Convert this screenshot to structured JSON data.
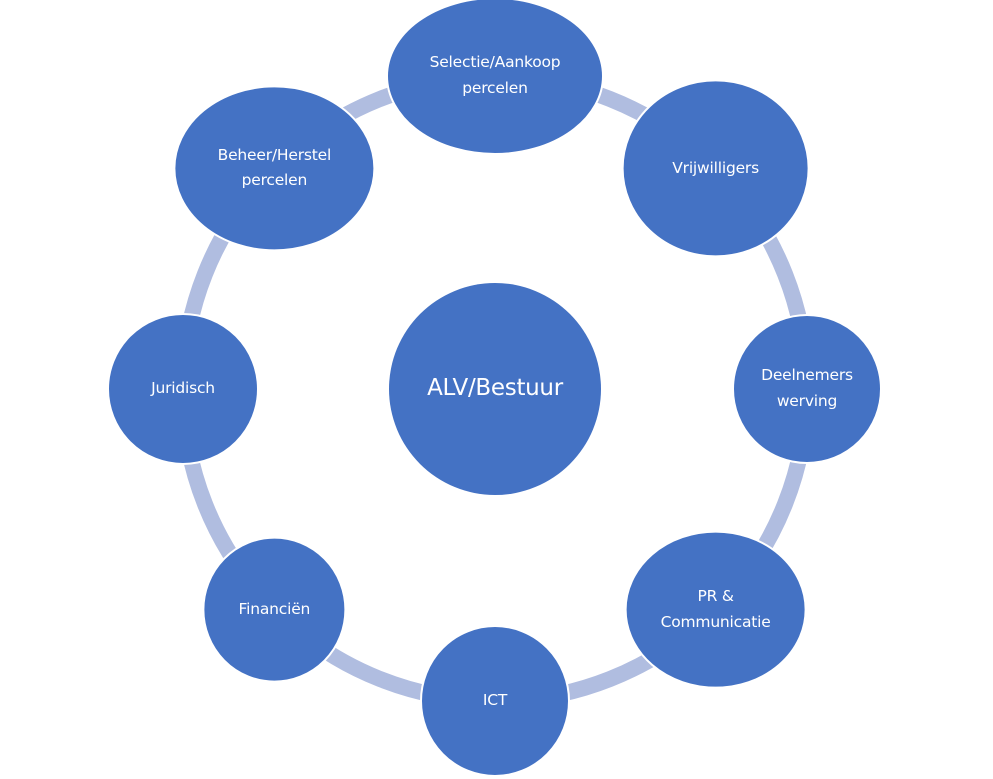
{
  "diagram": {
    "type": "cycle",
    "colors": {
      "node_fill": "#4472C4",
      "node_stroke": "#ffffff",
      "connector": "#B0BDE0",
      "text": "#ffffff",
      "background": "#ffffff"
    },
    "center": {
      "id": "alv-bestuur",
      "lines": [
        "ALV/Bestuur"
      ]
    },
    "nodes": [
      {
        "id": "selectie-aankoop",
        "lines": [
          "Selectie/Aankoop",
          "percelen"
        ]
      },
      {
        "id": "vrijwilligers",
        "lines": [
          "Vrijwilligers"
        ]
      },
      {
        "id": "deelnemers-werving",
        "lines": [
          "Deelnemers",
          "werving"
        ]
      },
      {
        "id": "pr-communicatie",
        "lines": [
          "PR &",
          "Communicatie"
        ]
      },
      {
        "id": "ict",
        "lines": [
          "ICT"
        ]
      },
      {
        "id": "financien",
        "lines": [
          "Financiën"
        ]
      },
      {
        "id": "juridisch",
        "lines": [
          "Juridisch"
        ]
      },
      {
        "id": "beheer-herstel",
        "lines": [
          "Beheer/Herstel",
          "percelen"
        ]
      }
    ]
  }
}
